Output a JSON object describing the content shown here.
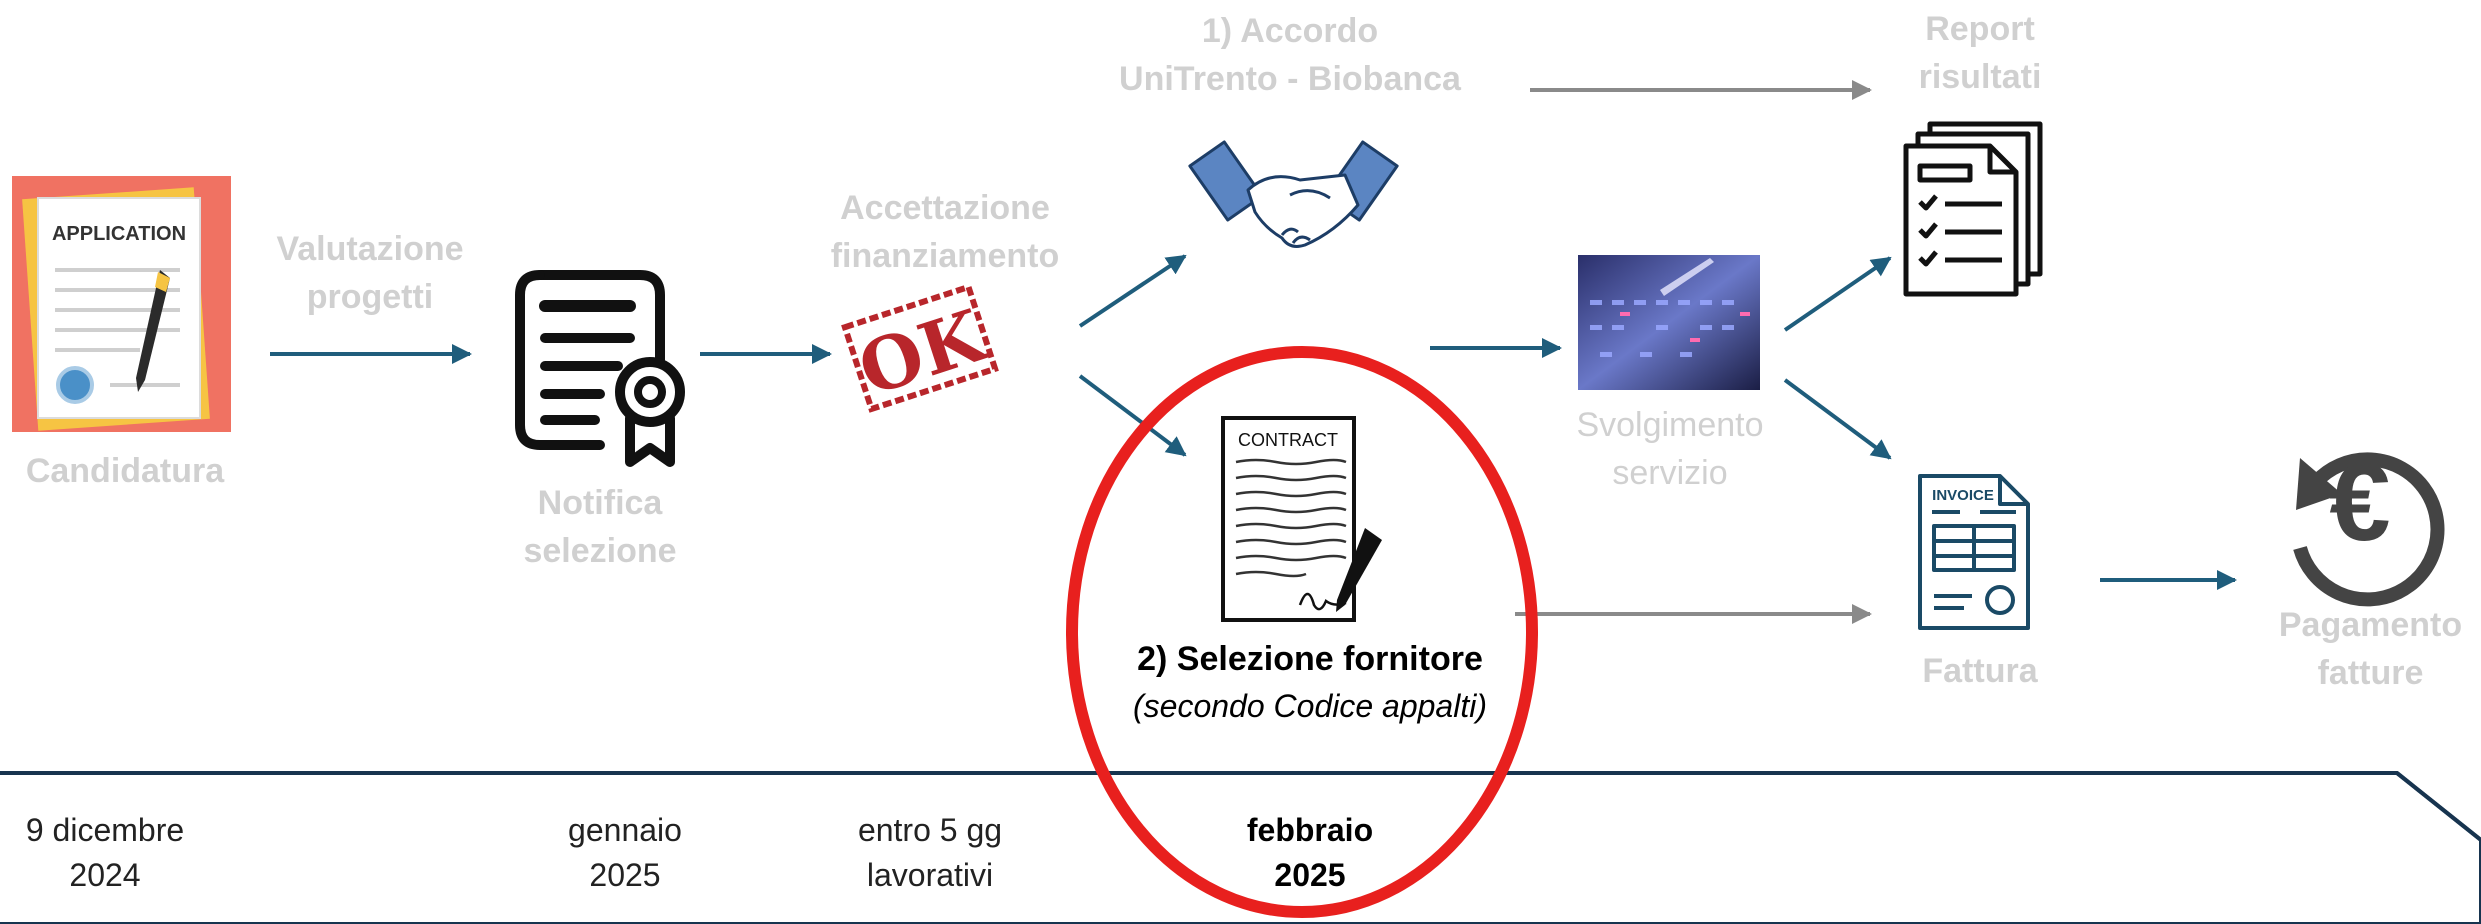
{
  "colors": {
    "arrow_teal": "#1f5d7c",
    "arrow_gray": "#8a8a8a",
    "faded_text": "#d0d0d0",
    "highlight_red": "#e8201e",
    "timeline_border": "#17344f",
    "application_bg": "#f07262"
  },
  "icons": {
    "application": "application-document-icon",
    "certificate": "certificate-ribbon-icon",
    "ok_stamp": "ok-stamp-icon",
    "handshake": "handshake-icon",
    "contract": "contract-icon",
    "lab": "lab-photo-icon",
    "report": "report-checklist-icon",
    "invoice": "invoice-icon",
    "euro": "euro-payment-icon"
  },
  "icon_text": {
    "application_header": "APPLICATION",
    "ok": "OK",
    "contract": "CONTRACT",
    "invoice": "INVOICE",
    "euro": "€"
  },
  "steps": {
    "candidatura": "Candidatura",
    "valutazione": [
      "Valutazione",
      "progetti"
    ],
    "notifica": [
      "Notifica",
      "selezione"
    ],
    "accettazione": [
      "Accettazione",
      "finanziamento"
    ],
    "accordo": [
      "1) Accordo",
      "UniTrento - Biobanca"
    ],
    "selezione_title": "2) Selezione fornitore",
    "selezione_sub": "(secondo Codice appalti)",
    "svolgimento": [
      "Svolgimento",
      "servizio"
    ],
    "report": [
      "Report",
      "risultati"
    ],
    "fattura": "Fattura",
    "pagamento": [
      "Pagamento",
      "fatture"
    ]
  },
  "timeline": {
    "t1": [
      "9 dicembre",
      "2024"
    ],
    "t2": [
      "gennaio",
      "2025"
    ],
    "t3": [
      "entro 5 gg",
      "lavorativi"
    ],
    "t4": [
      "febbraio",
      "2025"
    ]
  }
}
